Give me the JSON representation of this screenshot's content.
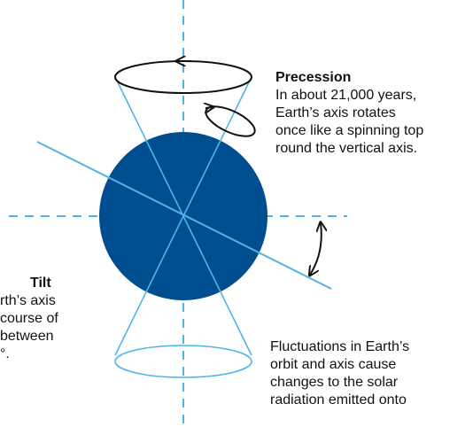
{
  "colors": {
    "earth": "#004d8f",
    "guide": "#4fb6e3",
    "ink": "#111111"
  },
  "precession": {
    "title": "Precession",
    "lines": [
      "In about 21,000 years,",
      "Earth’s axis rotates",
      "once like a spinning top",
      "round the vertical axis."
    ]
  },
  "tilt": {
    "title": "Tilt",
    "lines": [
      "rth’s axis",
      "course of",
      "between",
      "°."
    ]
  },
  "fluctuations": {
    "lines": [
      "Fluctuations in Earth’s",
      "orbit and axis cause",
      "changes to the solar",
      "radiation emitted onto"
    ]
  }
}
